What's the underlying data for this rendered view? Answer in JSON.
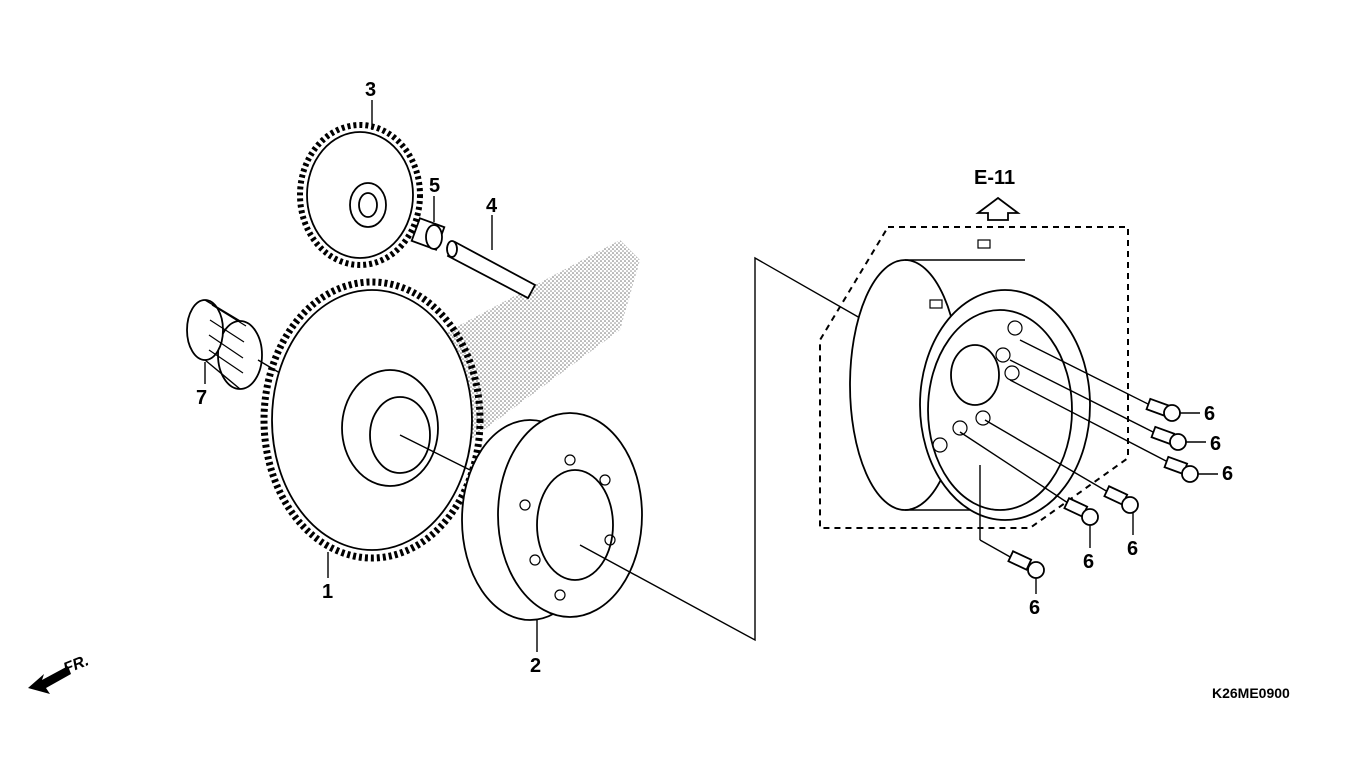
{
  "diagram": {
    "reference_label": "E-11",
    "diagram_code": "K26ME0900",
    "direction_label": "FR.",
    "callouts": {
      "c1": "1",
      "c2": "2",
      "c3": "3",
      "c4": "4",
      "c5": "5",
      "c6a": "6",
      "c6b": "6",
      "c6c": "6",
      "c6d": "6",
      "c6e": "6",
      "c6f": "6",
      "c7": "7"
    },
    "icons": {
      "direction": "front-arrow-icon",
      "reference": "up-arrow-icon"
    }
  }
}
